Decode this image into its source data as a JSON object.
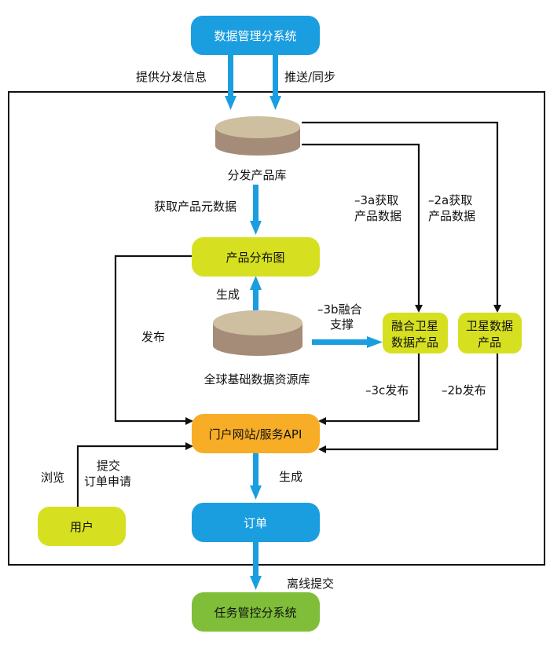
{
  "nodes": {
    "data_mgmt": "数据管理分系统",
    "distribution_db": "分发产品库",
    "product_map": "产品分布图",
    "global_db": "全球基础数据资源库",
    "fusion_product_l1": "融合卫星",
    "fusion_product_l2": "数据产品",
    "satellite_product_l1": "卫星数据",
    "satellite_product_l2": "产品",
    "portal": "门户网站/服务API",
    "user": "用户",
    "order": "订单",
    "task_ctrl": "任务管控分系统"
  },
  "edges": {
    "provide_info": "提供分发信息",
    "push_sync": "推送/同步",
    "get_meta": "获取产品元数据",
    "get_3a_l1": "–3a获取",
    "get_3a_l2": "产品数据",
    "get_2a_l1": "–2a获取",
    "get_2a_l2": "产品数据",
    "generate_1": "生成",
    "support_3b_l1": "–3b融合",
    "support_3b_l2": "支撑",
    "publish": "发布",
    "publish_3c": "–3c发布",
    "publish_2b": "–2b发布",
    "browse": "浏览",
    "submit_l1": "提交",
    "submit_l2": "订单申请",
    "generate_2": "生成",
    "offline_submit": "离线提交"
  },
  "colors": {
    "blue_node": "#1a9ee0",
    "yellow_node": "#d6e021",
    "orange_node": "#f7ad25",
    "green_node": "#80be3a",
    "db_top": "#cdbf9f",
    "db_body": "#a48c78",
    "arrow_blue": "#1a9ee0",
    "line_black": "#111111"
  }
}
